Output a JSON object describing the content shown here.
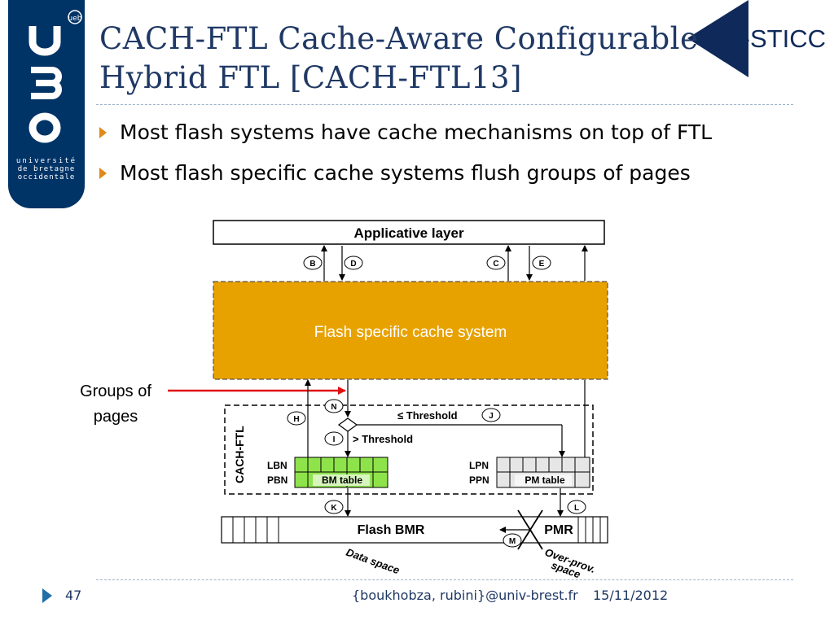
{
  "slide": {
    "title_line1": "CACH-FTL Cache-Aware Configurable",
    "title_line2": "Hybrid FTL [CACH-FTL13]",
    "bullets": [
      "Most flash systems have cache mechanisms on top of FTL",
      "Most flash specific cache systems flush groups of pages"
    ],
    "accent_color": "#e08a1a",
    "title_color": "#1f3864"
  },
  "logo_left": {
    "ueb_badge": "ueb",
    "university_lines": [
      "université",
      "de bretagne",
      "occidentale"
    ]
  },
  "logo_right": {
    "text": "Lab-STICC"
  },
  "diagram": {
    "applicative_layer": "Applicative layer",
    "cache_box": "Flash specific cache system",
    "cache_color": "#e8a200",
    "groups_label_line1": "Groups of",
    "groups_label_line2": "pages",
    "cach_ftl_label": "CACH-FTL",
    "threshold_le": "≤ Threshold",
    "threshold_gt": "> Threshold",
    "lbn": "LBN",
    "pbn": "PBN",
    "bm_table": "BM table",
    "lpn": "LPN",
    "ppn": "PPN",
    "pm_table": "PM table",
    "flash_bmr": "Flash BMR",
    "pmr": "PMR",
    "data_space": "Data space",
    "overprov_line1": "Over-prov.",
    "overprov_line2": "space",
    "circles": {
      "b": "B",
      "d": "D",
      "c": "C",
      "e": "E",
      "h": "H",
      "n": "N",
      "j": "J",
      "i": "I",
      "k": "K",
      "l": "L",
      "m": "M"
    }
  },
  "footer": {
    "page_number": "47",
    "authors": "{boukhobza, rubini}@univ-brest.fr",
    "date": "15/11/2012"
  }
}
